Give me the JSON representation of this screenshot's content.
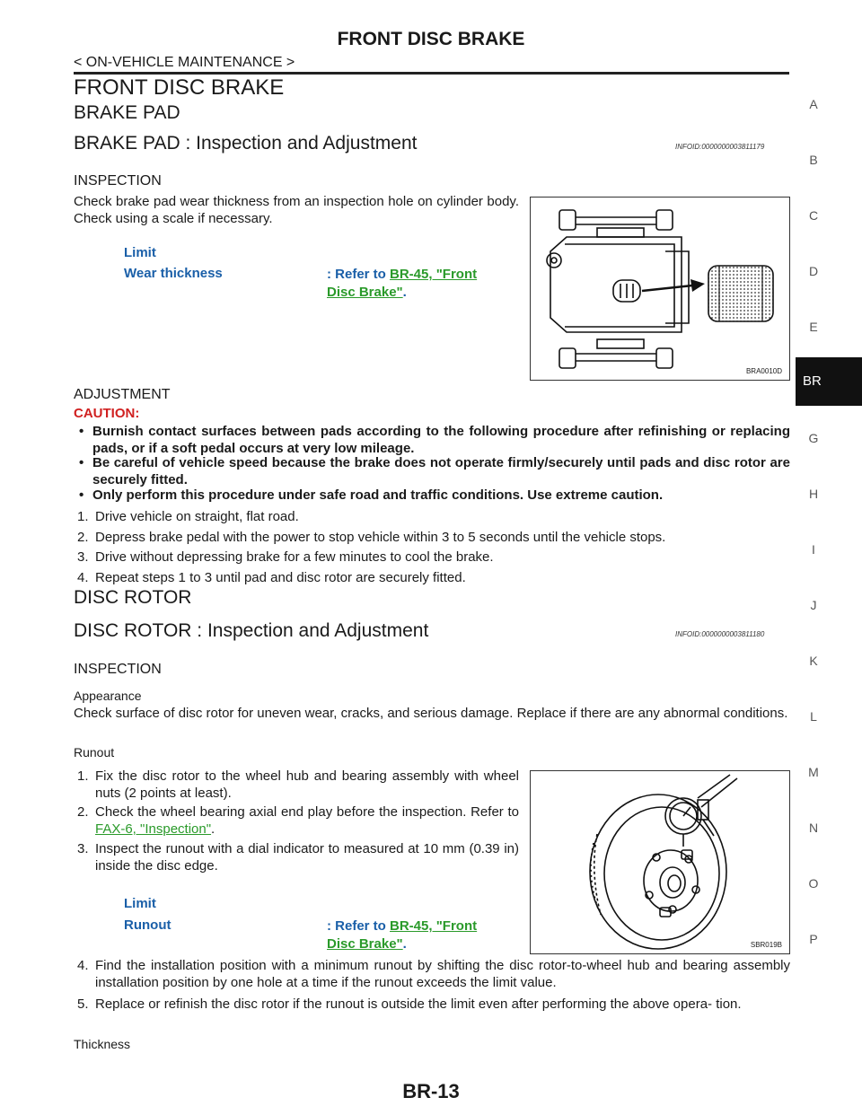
{
  "header": {
    "title": "FRONT DISC BRAKE",
    "subtitle": "< ON-VEHICLE MAINTENANCE >"
  },
  "side_index": {
    "letters": [
      "A",
      "B",
      "C",
      "D",
      "E",
      "G",
      "H",
      "I",
      "J",
      "K",
      "L",
      "M",
      "N",
      "O",
      "P"
    ],
    "active": "BR"
  },
  "section": {
    "title": "FRONT DISC BRAKE",
    "brake_pad": {
      "title": "BRAKE PAD",
      "sub_title": "BRAKE PAD : Inspection and Adjustment",
      "infoid": "INFOID:0000000003811179",
      "inspection_title": "INSPECTION",
      "inspection_text": "Check brake pad wear thickness from an inspection hole on cylinder body. Check using a scale if necessary.",
      "limit_label": "Limit",
      "wear_label": "Wear thickness",
      "refer_prefix": ": Refer to ",
      "wear_link": "BR-45, \"Front Disc Brake\"",
      "period": ".",
      "figure_code": "BRA0010D",
      "adjustment_title": "ADJUSTMENT",
      "caution_title": "CAUTION:",
      "caution_items": [
        "Burnish contact surfaces between pads according to the following procedure after refinishing or replacing pads, or if a soft pedal occurs at very low mileage.",
        "Be careful of vehicle speed because the brake does not operate firmly/securely until pads and disc rotor are securely fitted.",
        "Only perform this procedure under safe road and traffic conditions. Use extreme caution."
      ],
      "steps": [
        {
          "num": "1.",
          "text": "Drive vehicle on straight, flat road."
        },
        {
          "num": "2.",
          "text": "Depress brake pedal with the power to stop vehicle within 3 to 5 seconds until the vehicle stops."
        },
        {
          "num": "3.",
          "text": "Drive without depressing brake for a few minutes to cool the brake."
        },
        {
          "num": "4.",
          "text": "Repeat steps 1 to 3 until pad and disc rotor are securely fitted."
        }
      ]
    },
    "disc_rotor": {
      "title": "DISC ROTOR",
      "sub_title": "DISC ROTOR : Inspection and Adjustment",
      "infoid": "INFOID:0000000003811180",
      "inspection_title": "INSPECTION",
      "appearance_title": "Appearance",
      "appearance_text": "Check surface of disc rotor for uneven wear, cracks, and serious damage. Replace if there are any abnormal conditions.",
      "runout_title": "Runout",
      "runout_steps": [
        {
          "num": "1.",
          "text": "Fix the disc rotor to the wheel hub and bearing assembly with wheel nuts (2 points at least)."
        },
        {
          "num": "2.",
          "text_before": "Check the wheel bearing axial end play before the inspection. Refer to ",
          "link": "FAX-6, \"Inspection\"",
          "text_after": "."
        },
        {
          "num": "3.",
          "text": "Inspect the runout with a dial indicator to measured at 10 mm (0.39 in) inside the disc edge."
        }
      ],
      "limit_label": "Limit",
      "runout_label": "Runout",
      "refer_prefix": ": Refer to ",
      "runout_link": "BR-45, \"Front Disc Brake\"",
      "period": ".",
      "figure_code": "SBR019B",
      "more_steps": [
        {
          "num": "4.",
          "text": "Find the installation position with a minimum runout by shifting the disc rotor-to-wheel hub and bearing assembly installation position by one hole at a time if the runout exceeds the limit value."
        },
        {
          "num": "5.",
          "text": "Replace or refinish the disc rotor if the runout is outside the limit even after performing the above opera- tion."
        }
      ],
      "thickness_title": "Thickness"
    }
  },
  "footer": {
    "page": "BR-13"
  }
}
